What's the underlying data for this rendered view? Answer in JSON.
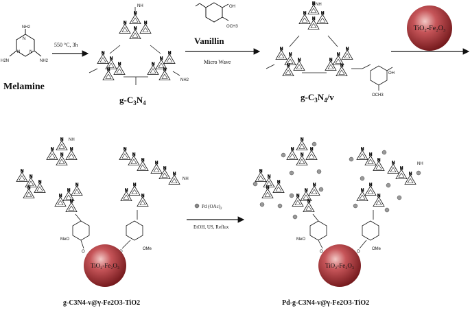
{
  "labels": {
    "melamine": "Melamine",
    "gcn_pre": "g-C",
    "gcn_sub3": "3",
    "gcn_N": "N",
    "gcn_sub4": "4",
    "gcnv_pre": "g-C",
    "gcnv_sub3": "3",
    "gcnv_N": "N",
    "gcnv_sub4": "4",
    "gcnv_post": "/v",
    "product1": "g-C3N4-v@γ-Fe2O3-TiO2",
    "product2": "Pd-g-C3N4-v@γ-Fe2O3-TiO2"
  },
  "conditions": {
    "step1": "550 °C, 3h",
    "vanillin": "Vanillin",
    "microwave": "Micro Wave",
    "pd_reagent": "Pd (OAc)",
    "pd_sub": "2",
    "step4": "EtOH, US, Reflux"
  },
  "sphere": {
    "label": "TiO₂-Fe₂O₃",
    "color": "#a5282d"
  },
  "atoms": {
    "NH2": "NH2",
    "H2N": "H2N",
    "NH": "NH",
    "OH": "OH",
    "OCH3": "OCH3",
    "MeO": "MeO",
    "OMe": "OMe",
    "O": "O"
  }
}
